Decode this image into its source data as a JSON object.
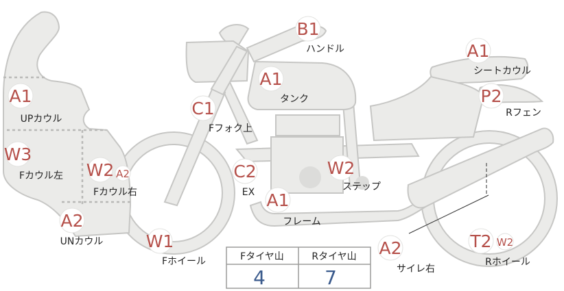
{
  "parts": {
    "handle": {
      "code": "B1",
      "label": "ハンドル"
    },
    "seat_cowl": {
      "code": "A1",
      "label": "シートカウル"
    },
    "tank": {
      "code": "A1",
      "label": "タンク"
    },
    "up_cowl": {
      "code": "A1",
      "label": "UPカウル"
    },
    "r_fender": {
      "code": "P2",
      "label": "Rフェン"
    },
    "f_fork_upper": {
      "code": "C1",
      "label": "Fフォク上"
    },
    "f_cowl_left": {
      "code": "W3",
      "label": "Fカウル左"
    },
    "f_cowl_right": {
      "code": "W2",
      "code2": "A2",
      "label": "Fカウル右"
    },
    "exhaust": {
      "code": "C2",
      "label": "EX"
    },
    "step": {
      "code": "W2",
      "label": "ステップ"
    },
    "frame": {
      "code": "A1",
      "label": "フレーム"
    },
    "un_cowl": {
      "code": "A2",
      "label": "UNカウル"
    },
    "f_wheel": {
      "code": "W1",
      "label": "Fホイール"
    },
    "silencer_r": {
      "code": "A2",
      "label": "サイレ右"
    },
    "r_wheel": {
      "code": "T2",
      "code2": "W2",
      "label": "Rホイール"
    }
  },
  "tire_table": {
    "front_header": "Fタイヤ山",
    "rear_header": "Rタイヤ山",
    "front_value": "4",
    "rear_value": "7"
  },
  "colors": {
    "code": "#b5504a",
    "body_fill": "#ebebe9",
    "body_stroke": "#c8c8c6",
    "table_value": "#3a5a8c"
  }
}
